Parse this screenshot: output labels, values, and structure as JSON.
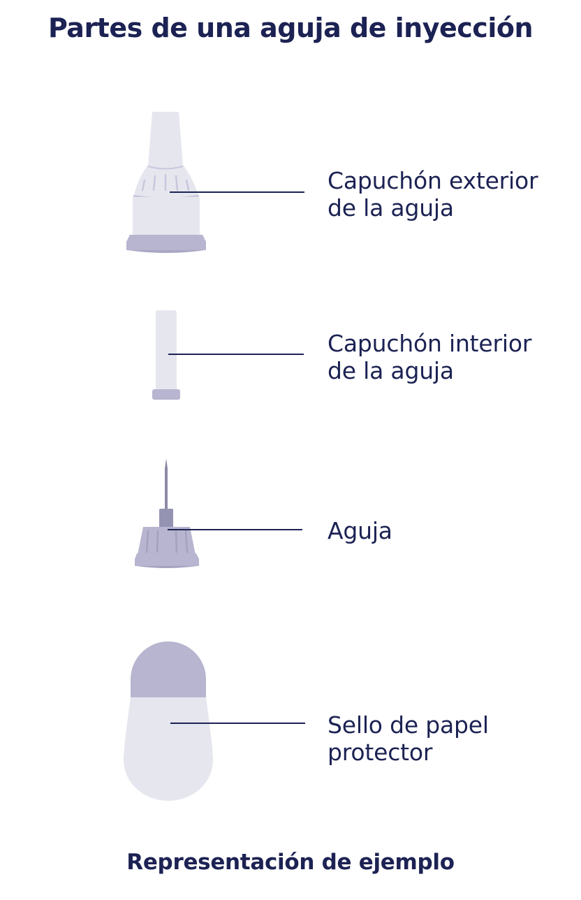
{
  "title": "Partes de una aguja de inyección",
  "caption": "Representación de ejemplo",
  "parts": [
    {
      "lines": [
        "Capuchón exterior",
        "de la aguja"
      ],
      "icon": "outer-needle-cap"
    },
    {
      "lines": [
        "Capuchón interior",
        "de la aguja"
      ],
      "icon": "inner-needle-cap"
    },
    {
      "lines": [
        "Aguja"
      ],
      "icon": "pen-needle"
    },
    {
      "lines": [
        "Sello de papel",
        "protector"
      ],
      "icon": "protective-paper-seal"
    }
  ],
  "colors": {
    "text": "#1c2253",
    "light": "#e6e6ef",
    "medium": "#b7b5cf",
    "needle": "#8c8aa6",
    "leader": "#1c2253"
  }
}
